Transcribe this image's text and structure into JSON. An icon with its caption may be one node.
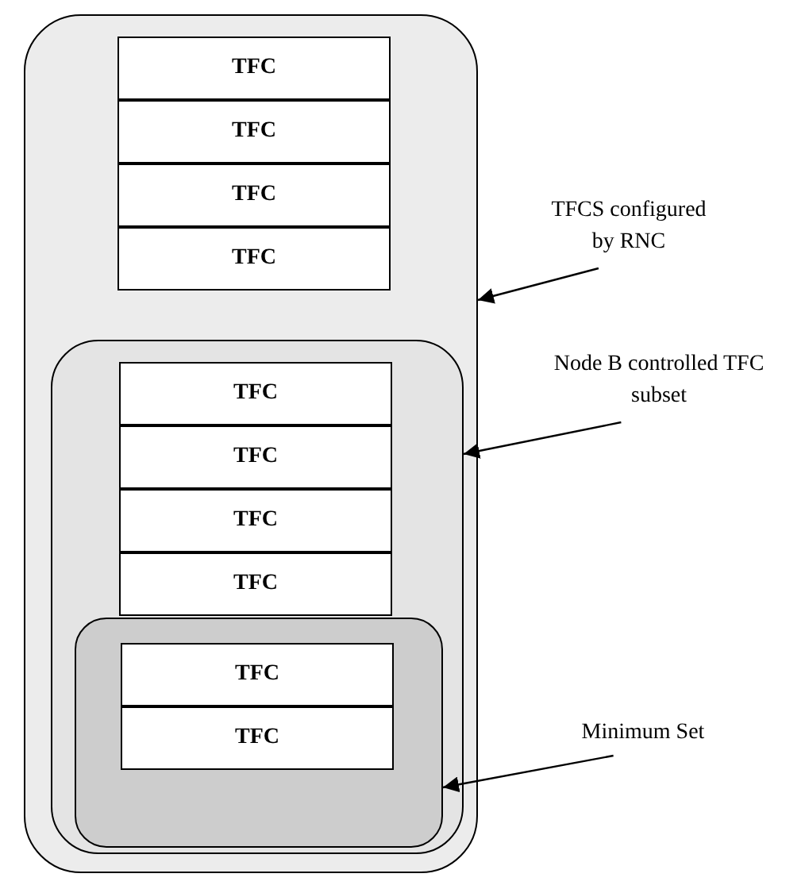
{
  "diagram": {
    "nodes": [
      {
        "text": [],
        "shape": "box"
      },
      {
        "text": [
          "TFC"
        ],
        "in": 0
      },
      {
        "text": [
          "TFC"
        ],
        "in": 0
      },
      {
        "text": [
          "TFC"
        ],
        "in": 0
      },
      {
        "text": [
          "TFC"
        ],
        "in": 0
      },
      {
        "text": [],
        "shape": "box",
        "in": 0
      },
      {
        "text": [
          "TFC"
        ],
        "in": 5
      },
      {
        "text": [
          "TFC"
        ],
        "in": 5
      },
      {
        "text": [
          "TFC"
        ],
        "in": 5
      },
      {
        "text": [
          "TFC"
        ],
        "in": 5
      },
      {
        "text": [],
        "shape": "box",
        "in": 5
      },
      {
        "text": [
          "TFC"
        ],
        "in": 10
      },
      {
        "text": [
          "TFC"
        ],
        "in": 10
      },
      {
        "text": [
          "TFCS configured by RNC"
        ]
      },
      {
        "text": [
          "Node B controlled TFC subset"
        ]
      },
      {
        "text": [
          "Minimum Set"
        ]
      }
    ],
    "edges": [
      {
        "from": 13,
        "to": 0,
        "arrow": "to"
      },
      {
        "from": 14,
        "to": 5,
        "arrow": "to"
      },
      {
        "from": 15,
        "to": 10,
        "arrow": "to"
      }
    ]
  }
}
